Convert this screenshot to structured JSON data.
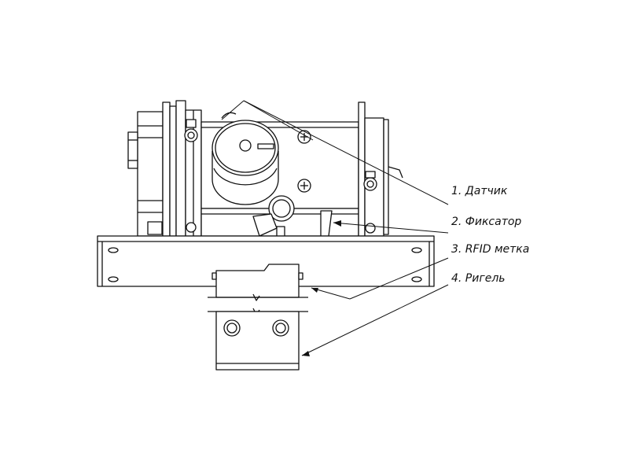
{
  "colors": {
    "ink": "#111111",
    "paper": "#ffffff"
  },
  "callouts": [
    {
      "label": "1. Датчик"
    },
    {
      "label": "2. Фиксатор"
    },
    {
      "label": "3. RFID метка"
    },
    {
      "label": "4. Ригель"
    }
  ]
}
